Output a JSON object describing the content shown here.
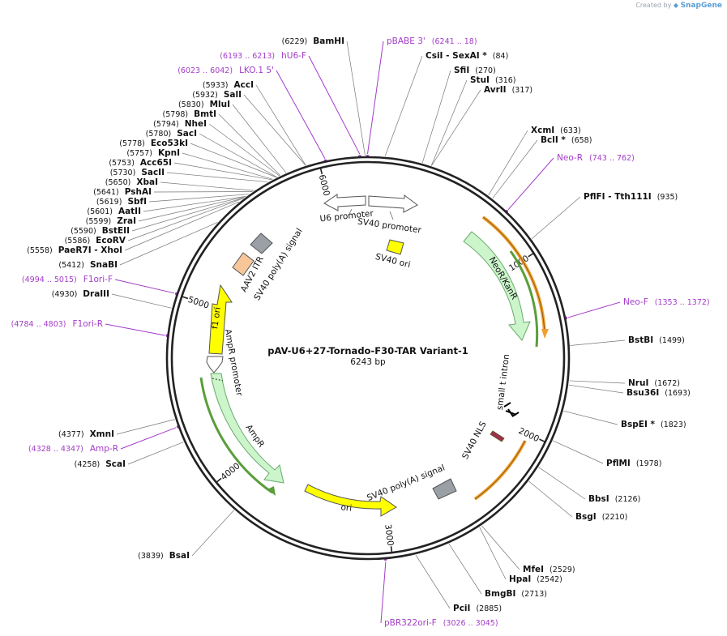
{
  "app": {
    "brand_prefix": "Created by",
    "brand_name": "SnapGene"
  },
  "plasmid": {
    "name": "pAV-U6+27-Tornado-F30-TAR Variant-1",
    "length_label": "6243 bp",
    "length": 6243
  },
  "ticks": [
    {
      "pos": 1000,
      "label": "1000"
    },
    {
      "pos": 2000,
      "label": "2000"
    },
    {
      "pos": 3000,
      "label": "3000"
    },
    {
      "pos": 4000,
      "label": "4000"
    },
    {
      "pos": 5000,
      "label": "5000"
    },
    {
      "pos": 6000,
      "label": "6000"
    }
  ],
  "sites": [
    {
      "name": "BamHI",
      "pos_label": "(6229)",
      "pos": 6229
    },
    {
      "name": "CsiI  - SexAI *",
      "pos_label": "(84)",
      "pos": 84
    },
    {
      "name": "SfiI",
      "pos_label": "(270)",
      "pos": 270
    },
    {
      "name": "StuI",
      "pos_label": "(316)",
      "pos": 316
    },
    {
      "name": "AvrII",
      "pos_label": "(317)",
      "pos": 317
    },
    {
      "name": "XcmI",
      "pos_label": "(633)",
      "pos": 633
    },
    {
      "name": "BclI *",
      "pos_label": "(658)",
      "pos": 658
    },
    {
      "name": "PflFI  - Tth111I",
      "pos_label": "(935)",
      "pos": 935
    },
    {
      "name": "BstBI",
      "pos_label": "(1499)",
      "pos": 1499
    },
    {
      "name": "NruI",
      "pos_label": "(1672)",
      "pos": 1672
    },
    {
      "name": "Bsu36I",
      "pos_label": "(1693)",
      "pos": 1693
    },
    {
      "name": "BspEI *",
      "pos_label": "(1823)",
      "pos": 1823
    },
    {
      "name": "PflMI",
      "pos_label": "(1978)",
      "pos": 1978
    },
    {
      "name": "BbsI",
      "pos_label": "(2126)",
      "pos": 2126
    },
    {
      "name": "BsgI",
      "pos_label": "(2210)",
      "pos": 2210
    },
    {
      "name": "MfeI",
      "pos_label": "(2529)",
      "pos": 2529
    },
    {
      "name": "HpaI",
      "pos_label": "(2542)",
      "pos": 2542
    },
    {
      "name": "BmgBI",
      "pos_label": "(2713)",
      "pos": 2713
    },
    {
      "name": "PciI",
      "pos_label": "(2885)",
      "pos": 2885
    },
    {
      "name": "BsaI",
      "pos_label": "(3839)",
      "pos": 3839
    },
    {
      "name": "ScaI",
      "pos_label": "(4258)",
      "pos": 4258
    },
    {
      "name": "XmnI",
      "pos_label": "(4377)",
      "pos": 4377
    },
    {
      "name": "DraIII",
      "pos_label": "(4930)",
      "pos": 4930
    },
    {
      "name": "SnaBI",
      "pos_label": "(5412)",
      "pos": 5412
    },
    {
      "name": "PaeR7I  - XhoI",
      "pos_label": "(5558)",
      "pos": 5558
    },
    {
      "name": "EcoRV",
      "pos_label": "(5586)",
      "pos": 5586
    },
    {
      "name": "BstEII",
      "pos_label": "(5590)",
      "pos": 5590
    },
    {
      "name": "ZraI",
      "pos_label": "(5599)",
      "pos": 5599
    },
    {
      "name": "AatII",
      "pos_label": "(5601)",
      "pos": 5601
    },
    {
      "name": "SbfI",
      "pos_label": "(5619)",
      "pos": 5619
    },
    {
      "name": "PshAI",
      "pos_label": "(5641)",
      "pos": 5641
    },
    {
      "name": "XbaI",
      "pos_label": "(5650)",
      "pos": 5650
    },
    {
      "name": "SacII",
      "pos_label": "(5730)",
      "pos": 5730
    },
    {
      "name": "Acc65I",
      "pos_label": "(5753)",
      "pos": 5753
    },
    {
      "name": "KpnI",
      "pos_label": "(5757)",
      "pos": 5757
    },
    {
      "name": "Eco53kI",
      "pos_label": "(5778)",
      "pos": 5778
    },
    {
      "name": "SacI",
      "pos_label": "(5780)",
      "pos": 5780
    },
    {
      "name": "NheI",
      "pos_label": "(5794)",
      "pos": 5794
    },
    {
      "name": "BmtI",
      "pos_label": "(5798)",
      "pos": 5798
    },
    {
      "name": "MluI",
      "pos_label": "(5830)",
      "pos": 5830
    },
    {
      "name": "SalI",
      "pos_label": "(5932)",
      "pos": 5932
    },
    {
      "name": "AccI",
      "pos_label": "(5933)",
      "pos": 5933
    }
  ],
  "primers": [
    {
      "name": "pBABE 3'",
      "range_label": "(6241 .. 18)",
      "pos": 6241
    },
    {
      "name": "hU6-F",
      "range_label": "(6193 .. 6213)",
      "pos": 6203
    },
    {
      "name": "LKO.1 5'",
      "range_label": "(6023 .. 6042)",
      "pos": 6032
    },
    {
      "name": "Neo-R",
      "range_label": "(743 .. 762)",
      "pos": 752
    },
    {
      "name": "Neo-F",
      "range_label": "(1353 .. 1372)",
      "pos": 1362
    },
    {
      "name": "pBR322ori-F",
      "range_label": "(3026 .. 3045)",
      "pos": 3035
    },
    {
      "name": "Amp-R",
      "range_label": "(4328 .. 4347)",
      "pos": 4337
    },
    {
      "name": "F1ori-R",
      "range_label": "(4784 .. 4803)",
      "pos": 4793
    },
    {
      "name": "F1ori-F",
      "range_label": "(4994 .. 5015)",
      "pos": 5004
    }
  ],
  "features": [
    {
      "label": "U6 promoter",
      "color": "#ffffff"
    },
    {
      "label": "SV40 promoter",
      "color": "#ffffff"
    },
    {
      "label": "SV40 ori",
      "color": "#ffff00"
    },
    {
      "label": "NeoR/KanR",
      "color": "#ccf5cc"
    },
    {
      "label": "small t intron",
      "color": "#000000"
    },
    {
      "label": "SV40 NLS",
      "color": "#a0304f"
    },
    {
      "label": "SV40 poly(A) signal",
      "color": "#9aa0a6"
    },
    {
      "label": "ori",
      "color": "#ffff00"
    },
    {
      "label": "AmpR",
      "color": "#ccf5cc"
    },
    {
      "label": "AmpR promoter",
      "color": "#ffffff"
    },
    {
      "label": "f1 ori",
      "color": "#ffff00"
    },
    {
      "label": "AAV2 ITR",
      "color": "#f8c799"
    },
    {
      "label": "SV40 poly(A) signal",
      "color": "#9aa0a6"
    }
  ],
  "colors": {
    "primer": "#a33cc8",
    "orf": "#f0a030",
    "orf_inner": "#5a9e3a",
    "backbone": "#222222"
  }
}
